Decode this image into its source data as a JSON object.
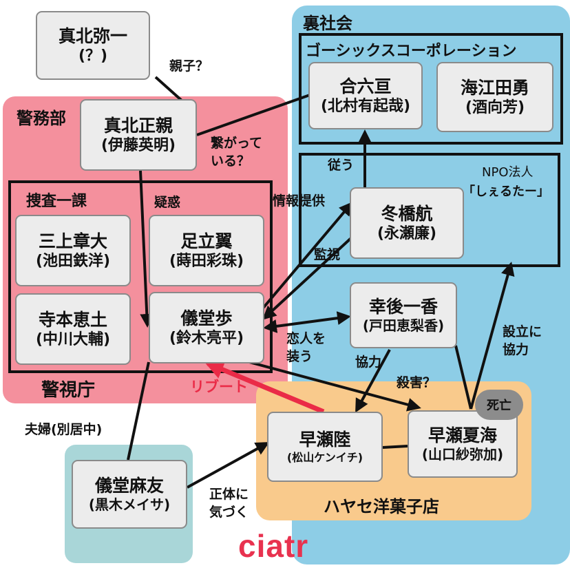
{
  "groups": {
    "ura_shakai": "裏社会",
    "gothics": "ゴーシックスコーポレーション",
    "npo_title": "NPO法人",
    "npo_name": "「しぇるたー」",
    "keimubu": "警務部",
    "sousa": "捜査一課",
    "keishicho": "警視庁",
    "hayase": "ハヤセ洋菓子店"
  },
  "characters": {
    "yaichi": {
      "name": "真北弥一",
      "actor": "(？)"
    },
    "masachika": {
      "name": "真北正親",
      "actor": "(伊藤英明)"
    },
    "goroku": {
      "name": "合六亘",
      "actor": "(北村有起哉)"
    },
    "umie": {
      "name": "海江田勇",
      "actor": "(酒向芳)"
    },
    "fuyuhashi": {
      "name": "冬橋航",
      "actor": "(永瀬廉)"
    },
    "mikami": {
      "name": "三上章大",
      "actor": "(池田鉄洋)"
    },
    "adachi": {
      "name": "足立翼",
      "actor": "(蒔田彩珠)"
    },
    "teramoto": {
      "name": "寺本恵土",
      "actor": "(中川大輔)"
    },
    "gido_ayumu": {
      "name": "儀堂歩",
      "actor": "(鈴木亮平)"
    },
    "kougo": {
      "name": "幸後一香",
      "actor": "(戸田恵梨香)"
    },
    "riku": {
      "name": "早瀬陸",
      "actor": "(松山ケンイチ)"
    },
    "natsumi": {
      "name": "早瀬夏海",
      "actor": "(山口紗弥加)"
    },
    "mayu": {
      "name": "儀堂麻友",
      "actor": "(黒木メイサ)"
    }
  },
  "relations": {
    "oyako": "親子？",
    "tsunagatte": "繋がって\nいる？",
    "shitagau": "従う",
    "giwaku": "疑惑",
    "jouhou": "情報提供",
    "kanshi": "監視",
    "koibito": "恋人を\n装う",
    "kyouryoku": "協力",
    "setsuritsu": "設立に\n協力",
    "satsugai": "殺害？",
    "reboot": "リブート",
    "fuufu": "夫婦(別居中)",
    "shoutai": "正体に\n気づく"
  },
  "badges": {
    "shibou": "死亡"
  },
  "watermark": "ciatr",
  "colors": {
    "pink": "#f4909d",
    "blue": "#8dcde6",
    "orange": "#f9ca8c",
    "teal": "#a9d6d8",
    "red_arrow": "#ea2b47",
    "watermark": "#e8324f"
  }
}
